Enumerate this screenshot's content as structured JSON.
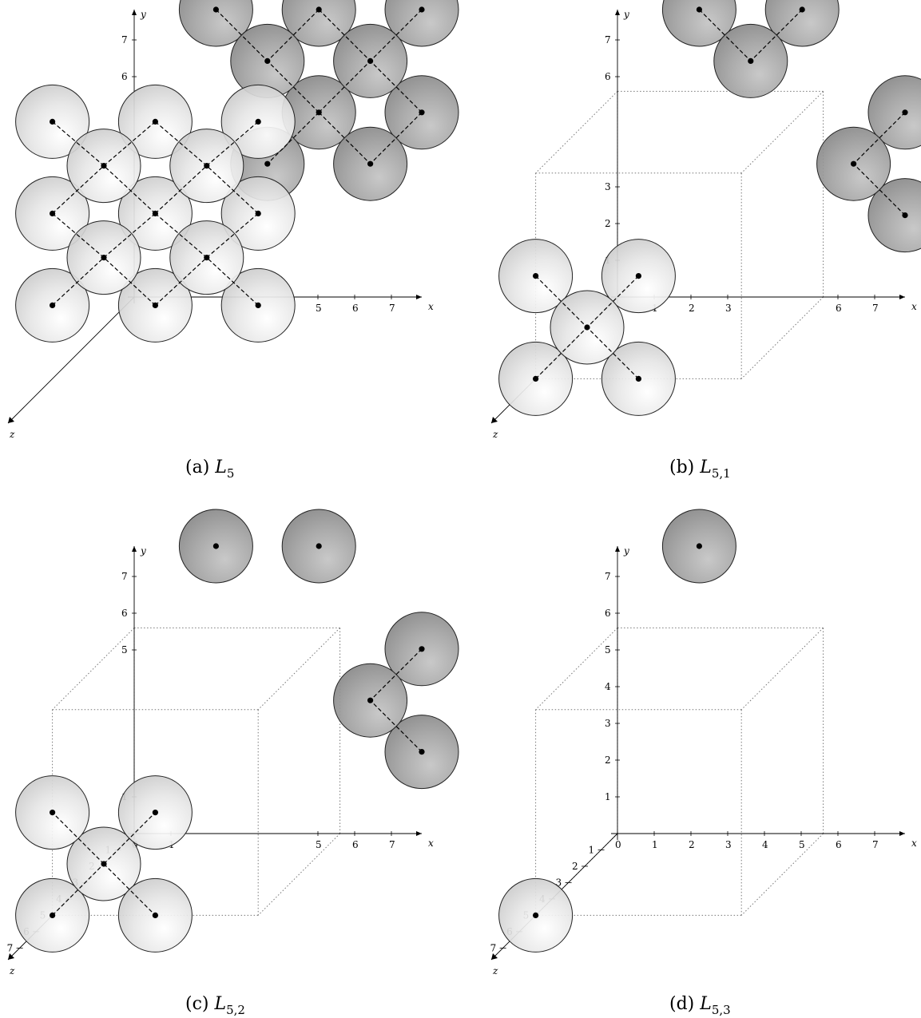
{
  "axis_names": {
    "x": "x",
    "y": "y",
    "z": "z"
  },
  "colors": {
    "front_sphere": "#e2e2e2",
    "back_sphere": "#9d9d9d",
    "outline": "#222222",
    "center_dot": "#000000",
    "bond": "#000000",
    "box": "#777777"
  },
  "panels": [
    {
      "id": "a",
      "caption": {
        "prefix": "(a) ",
        "main": "L",
        "sub": "5"
      },
      "x_ticks": [
        "5",
        "6",
        "7"
      ],
      "y_ticks": [
        "6",
        "7"
      ],
      "z_ticks": [],
      "box": false,
      "front_spheres": [
        [
          0,
          2
        ],
        [
          0,
          4.5
        ],
        [
          0,
          7
        ],
        [
          2.8,
          2
        ],
        [
          2.8,
          4.5
        ],
        [
          2.8,
          7
        ],
        [
          5.6,
          2
        ],
        [
          5.6,
          4.5
        ],
        [
          5.6,
          7
        ],
        [
          1.4,
          3.3
        ],
        [
          1.4,
          5.8
        ],
        [
          4.2,
          3.3
        ],
        [
          4.2,
          5.8
        ]
      ],
      "back_spheres": [
        [
          2.8,
          2.8
        ],
        [
          5.6,
          2.8
        ],
        [
          0,
          5.6
        ],
        [
          2.8,
          5.6
        ],
        [
          5.6,
          5.6
        ],
        [
          1.4,
          4.2
        ],
        [
          4.2,
          4.2
        ],
        [
          1.4,
          1.4
        ],
        [
          4.2,
          1.4
        ]
      ]
    },
    {
      "id": "b",
      "caption": {
        "prefix": "(b) ",
        "main": "L",
        "sub": "5,1"
      },
      "x_ticks": [
        "1",
        "2",
        "3",
        "6",
        "7"
      ],
      "y_ticks": [
        "1",
        "2",
        "3",
        "6",
        "7"
      ],
      "z_ticks": [],
      "box": true,
      "front_spheres": [
        [
          0,
          0
        ],
        [
          2.8,
          0
        ],
        [
          0,
          2.8
        ],
        [
          2.8,
          2.8
        ],
        [
          1.4,
          1.4
        ]
      ],
      "back_spheres": [
        [
          0,
          5.6
        ],
        [
          2.8,
          5.6
        ],
        [
          1.4,
          4.2
        ],
        [
          5.6,
          2.8
        ],
        [
          5.6,
          0
        ],
        [
          4.2,
          1.4
        ]
      ]
    },
    {
      "id": "c",
      "caption": {
        "prefix": "(c) ",
        "main": "L",
        "sub": "5,2"
      },
      "x_ticks": [
        "0",
        "1",
        "5",
        "6",
        "7"
      ],
      "y_ticks": [
        "1",
        "5",
        "6",
        "7"
      ],
      "z_ticks": [
        "1",
        "2",
        "3",
        "4",
        "5",
        "6",
        "7"
      ],
      "box": true,
      "front_spheres": [
        [
          0,
          0
        ],
        [
          1.4,
          1.4
        ],
        [
          2.8,
          2.8
        ],
        [
          0,
          2.8
        ],
        [
          2.8,
          0
        ]
      ],
      "back_spheres": [
        [
          0,
          5.6
        ],
        [
          2.8,
          5.6
        ],
        [
          5.6,
          2.8
        ],
        [
          5.6,
          0
        ],
        [
          4.2,
          1.4
        ]
      ]
    },
    {
      "id": "d",
      "caption": {
        "prefix": "(d) ",
        "main": "L",
        "sub": "5,3"
      },
      "x_ticks": [
        "0",
        "1",
        "2",
        "3",
        "4",
        "5",
        "6",
        "7"
      ],
      "y_ticks": [
        "1",
        "2",
        "3",
        "4",
        "5",
        "6",
        "7"
      ],
      "z_ticks": [
        "1",
        "2",
        "3",
        "4",
        "5",
        "6",
        "7"
      ],
      "box": true,
      "front_spheres": [
        [
          0,
          0
        ]
      ],
      "back_spheres": [
        [
          0,
          5.6
        ]
      ]
    }
  ]
}
